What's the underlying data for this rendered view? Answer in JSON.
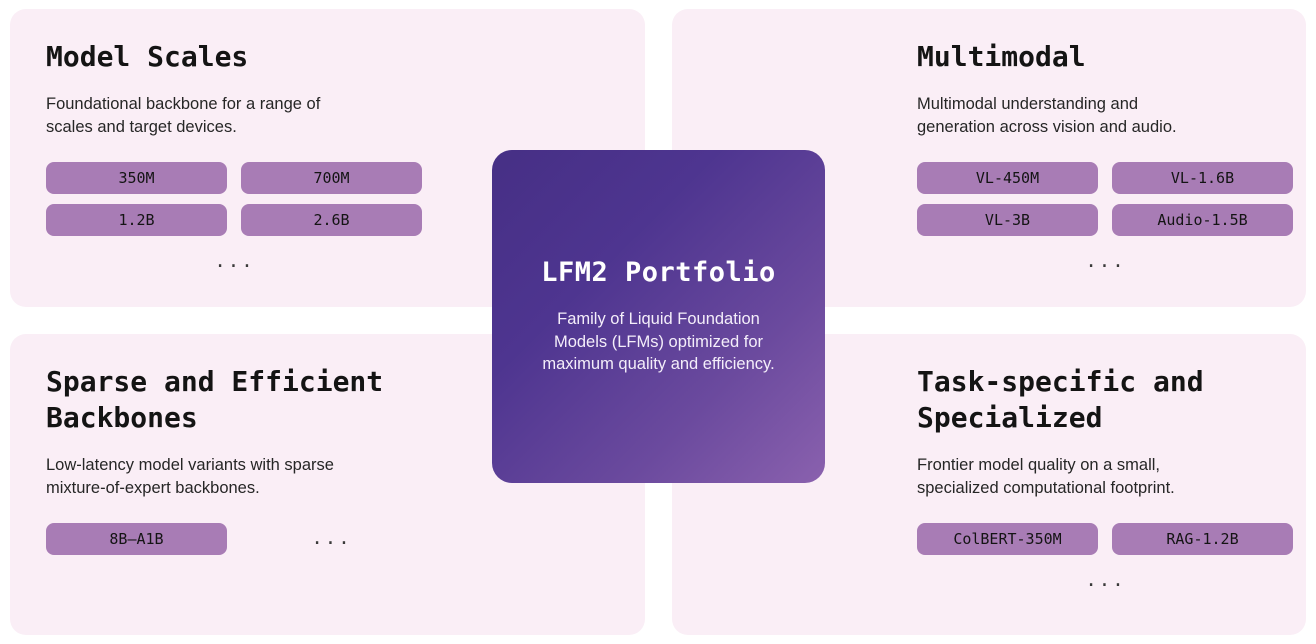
{
  "hub": {
    "title": "LFM2 Portfolio",
    "subtitle": "Family of Liquid Foundation\nModels (LFMs) optimized for\nmaximum quality and efficiency.",
    "gradient_from": "#462f85",
    "gradient_to": "#8a61ae"
  },
  "theme": {
    "card_background": "#faeef6",
    "pill_background": "#a87cb5",
    "page_background": "#ffffff",
    "text_color": "#141414"
  },
  "cards": [
    {
      "title": "Model Scales",
      "description": "Foundational backbone for a range of\nscales and target devices.",
      "pills": [
        "350M",
        "700M",
        "1.2B",
        "2.6B"
      ],
      "more_indicator": "..."
    },
    {
      "title": "Multimodal",
      "description": "Multimodal understanding and\ngeneration across vision and audio.",
      "pills": [
        "VL-450M",
        "VL-1.6B",
        "VL-3B",
        "Audio-1.5B"
      ],
      "more_indicator": "..."
    },
    {
      "title": "Sparse and Efficient\nBackbones",
      "description": "Low-latency model variants with sparse\nmixture-of-expert backbones.",
      "pills": [
        "8B–A1B"
      ],
      "more_indicator": "..."
    },
    {
      "title": "Task-specific and\nSpecialized",
      "description": "Frontier model quality on a small,\nspecialized computational footprint.",
      "pills": [
        "ColBERT-350M",
        "RAG-1.2B"
      ],
      "more_indicator": "..."
    }
  ]
}
